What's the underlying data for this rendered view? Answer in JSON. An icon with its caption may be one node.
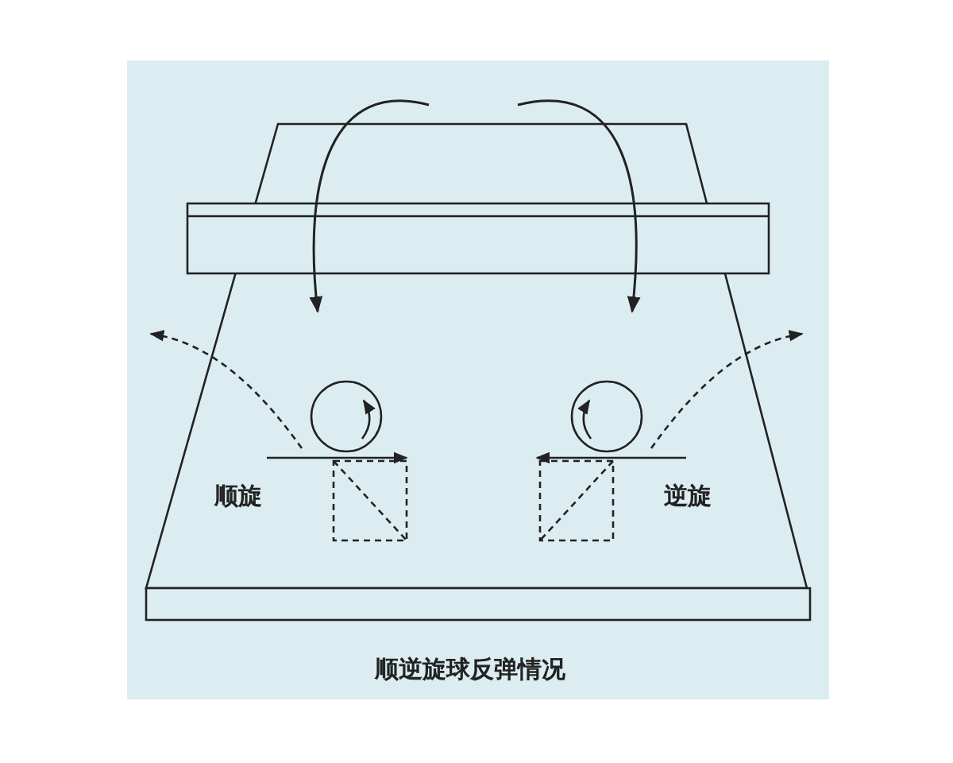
{
  "diagram": {
    "caption": "顺逆旋球反弹情况",
    "labels": [
      "顺旋",
      "逆旋"
    ]
  }
}
